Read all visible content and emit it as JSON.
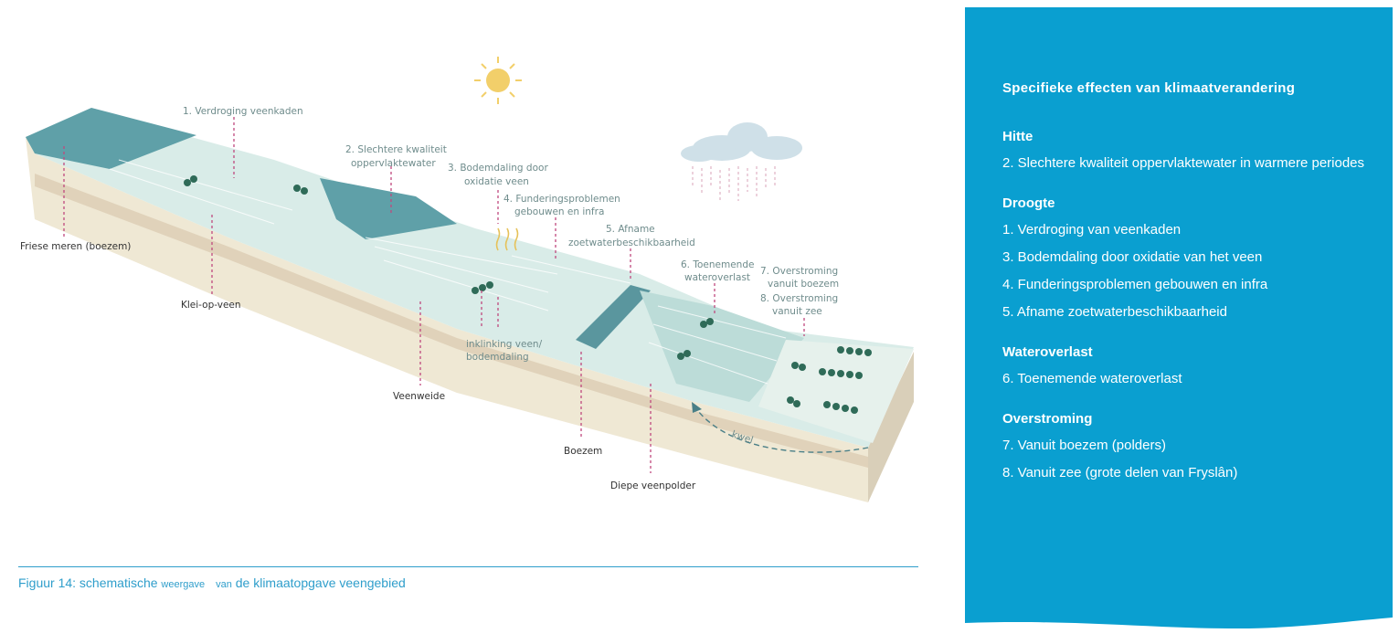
{
  "diagram": {
    "labels": {
      "l1": "1. Verdroging veenkaden",
      "l2a": "2. Slechtere kwaliteit",
      "l2b": "oppervlaktewater",
      "l3a": "3. Bodemdaling door",
      "l3b": "oxidatie veen",
      "l4a": "4. Funderingsproblemen",
      "l4b": "gebouwen en infra",
      "l5a": "5. Afname",
      "l5b": "zoetwaterbeschikbaarheid",
      "l6a": "6. Toenemende",
      "l6b": "wateroverlast",
      "l7a": "7. Overstroming",
      "l7b": "vanuit boezem",
      "l8a": "8. Overstroming",
      "l8b": "vanuit zee",
      "inkl_a": "inklinking veen/",
      "inkl_b": "bodemdaling",
      "friese": "Friese meren (boezem)",
      "klei": "Klei-op-veen",
      "veenweide": "Veenweide",
      "boezem": "Boezem",
      "diepe": "Diepe veenpolder",
      "kwel": "kwel"
    }
  },
  "caption": {
    "prefix": "Figuur 14: schematische ",
    "word": "weergave",
    "van": "van",
    "suffix": " de klimaatopgave veengebied"
  },
  "panel": {
    "title": "Specifieke effecten van klimaatverandering",
    "sections": [
      {
        "heading": "Hitte",
        "items": [
          "2.  Slechtere kwaliteit oppervlaktewater in warmere periodes"
        ]
      },
      {
        "heading": "Droogte",
        "items": [
          "1.  Verdroging van veenkaden",
          "3.  Bodemdaling door oxidatie van het veen",
          "4.  Funderingsproblemen gebouwen en infra",
          "5.  Afname zoetwaterbeschikbaarheid"
        ]
      },
      {
        "heading": "Wateroverlast",
        "items": [
          "6.  Toenemende wateroverlast"
        ]
      },
      {
        "heading": "Overstroming",
        "items": [
          "7. Vanuit boezem (polders)",
          "8.  Vanuit zee (grote delen van Fryslân)"
        ]
      }
    ]
  },
  "colors": {
    "panel": "#0a9fd0",
    "water": "#5fa0a8",
    "land": "#d9ece8",
    "soil": "#efe8d4",
    "leader": "#c0497e",
    "caption": "#2f9ecb"
  }
}
